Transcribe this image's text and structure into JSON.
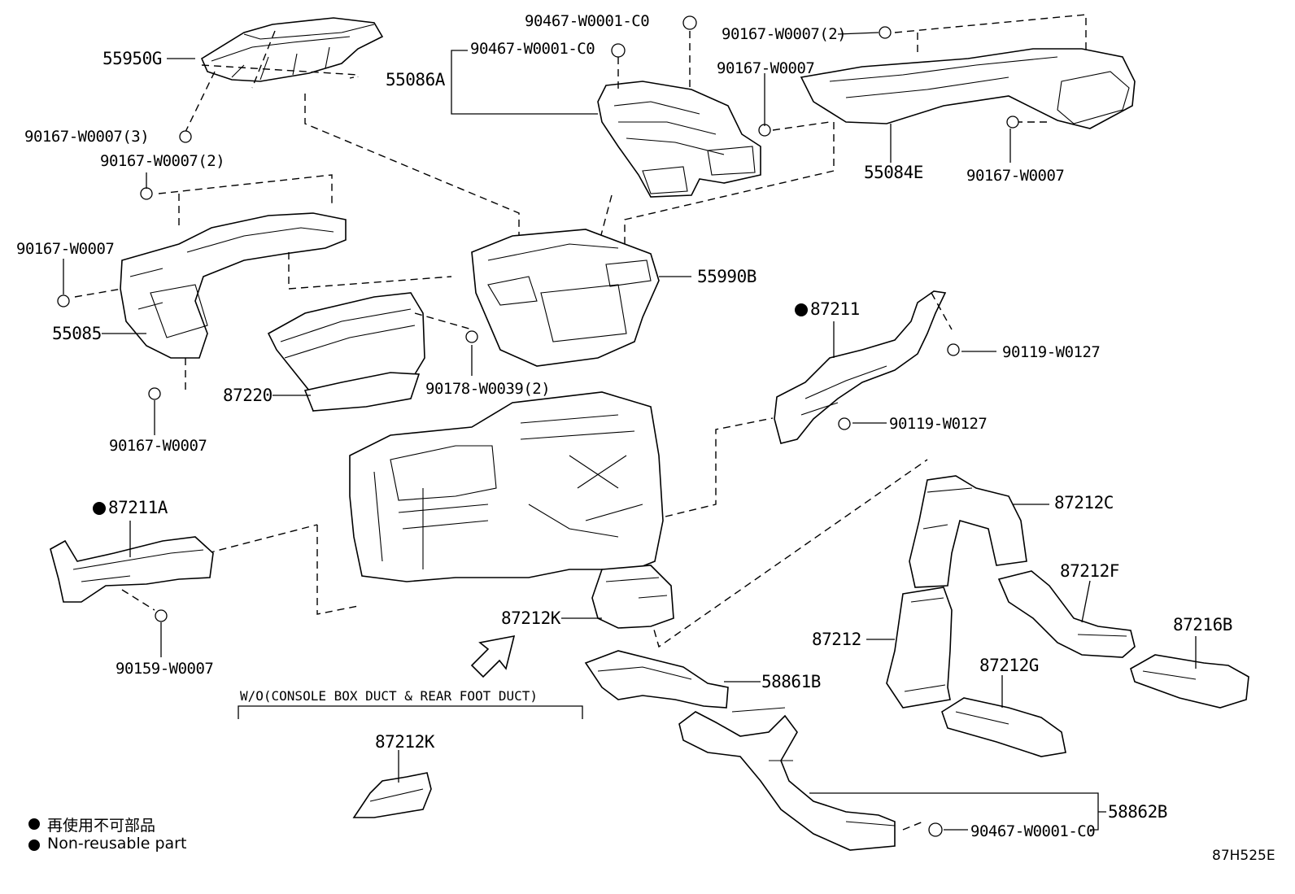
{
  "diagram_code": "87H525E",
  "variant_note": "W/O(CONSOLE BOX DUCT & REAR FOOT DUCT)",
  "legend": {
    "japanese": "再使用不可部品",
    "english": "Non-reusable part"
  },
  "callouts": {
    "p55950G": "55950G",
    "p90467_top": "90467-W0001-C0",
    "p90467_mid": "90467-W0001-C0",
    "p90167_2_top": "90167-W0007(2)",
    "p55086A": "55086A",
    "p90167_r": "90167-W0007",
    "p90167_3": "90167-W0007(3)",
    "p90167_2_left": "90167-W0007(2)",
    "p55084E": "55084E",
    "p90167_rb": "90167-W0007",
    "p90167_left": "90167-W0007",
    "p55990B": "55990B",
    "p87211": "87211",
    "p90119_a": "90119-W0127",
    "p55085": "55085",
    "p90178": "90178-W0039(2)",
    "p87220": "87220",
    "p90119_b": "90119-W0127",
    "p90167_lb": "90167-W0007",
    "p87212C": "87212C",
    "p87211A": "87211A",
    "p87212F": "87212F",
    "p90159": "90159-W0007",
    "p87212K_a": "87212K",
    "p87216B": "87216B",
    "p87212": "87212",
    "p87212G": "87212G",
    "p58861B": "58861B",
    "p87212K_b": "87212K",
    "p90467_bot": "90467-W0001-C0",
    "p58862B": "58862B"
  }
}
